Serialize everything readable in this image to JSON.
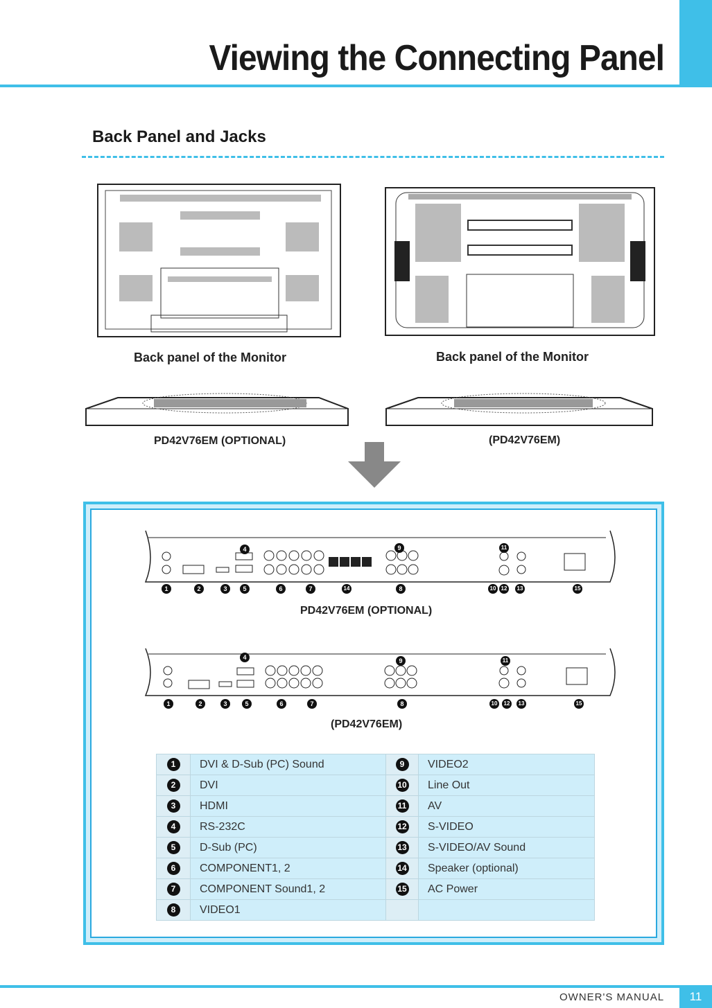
{
  "header": {
    "title": "Viewing the Connecting Panel"
  },
  "section": {
    "title": "Back Panel and Jacks"
  },
  "photos": {
    "left_caption": "Back panel of the Monitor",
    "right_caption": "Back panel of the Monitor",
    "left_model": "PD42V76EM (OPTIONAL)",
    "right_model": "(PD42V76EM)"
  },
  "diagrams": {
    "top_model": "PD42V76EM (OPTIONAL)",
    "bottom_model": "(PD42V76EM)",
    "markers": [
      "1",
      "2",
      "3",
      "4",
      "5",
      "6",
      "7",
      "8",
      "9",
      "10",
      "11",
      "12",
      "13",
      "14",
      "15"
    ]
  },
  "legend": {
    "rows": [
      {
        "n1": "1",
        "t1": "DVI & D-Sub (PC) Sound",
        "n2": "9",
        "t2": "VIDEO2"
      },
      {
        "n1": "2",
        "t1": "DVI",
        "n2": "10",
        "t2": "Line Out"
      },
      {
        "n1": "3",
        "t1": "HDMI",
        "n2": "11",
        "t2": "AV"
      },
      {
        "n1": "4",
        "t1": "RS-232C",
        "n2": "12",
        "t2": "S-VIDEO"
      },
      {
        "n1": "5",
        "t1": "D-Sub (PC)",
        "n2": "13",
        "t2": "S-VIDEO/AV Sound"
      },
      {
        "n1": "6",
        "t1": "COMPONENT1, 2",
        "n2": "14",
        "t2": "Speaker (optional)"
      },
      {
        "n1": "7",
        "t1": "COMPONENT Sound1, 2",
        "n2": "15",
        "t2": "AC Power"
      },
      {
        "n1": "8",
        "t1": "VIDEO1",
        "n2": "",
        "t2": ""
      }
    ]
  },
  "footer": {
    "manual": "OWNER'S MANUAL",
    "page": "11"
  },
  "colors": {
    "accent": "#3fbfe8",
    "table_bg": "#cfeefa",
    "arrow": "#888888"
  }
}
